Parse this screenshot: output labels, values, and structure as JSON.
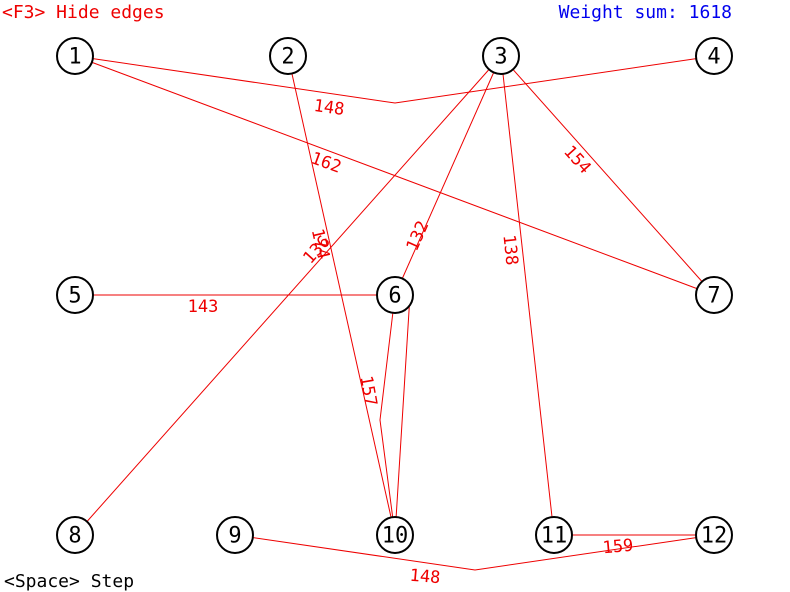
{
  "hud": {
    "hide_edges": "<F3> Hide edges",
    "weight_sum": "Weight sum: 1618",
    "step": "<Space> Step"
  },
  "colors": {
    "edge": "#ee0000",
    "hide_edges_text": "#ee0000",
    "weight_text": "#0000ee",
    "node_stroke": "#000000",
    "node_fill": "#ffffff"
  },
  "graph": {
    "nodes": [
      {
        "id": "1",
        "label": "1"
      },
      {
        "id": "2",
        "label": "2"
      },
      {
        "id": "3",
        "label": "3"
      },
      {
        "id": "4",
        "label": "4"
      },
      {
        "id": "5",
        "label": "5"
      },
      {
        "id": "6",
        "label": "6"
      },
      {
        "id": "7",
        "label": "7"
      },
      {
        "id": "8",
        "label": "8"
      },
      {
        "id": "9",
        "label": "9"
      },
      {
        "id": "10",
        "label": "10"
      },
      {
        "id": "11",
        "label": "11"
      },
      {
        "id": "12",
        "label": "12"
      }
    ],
    "edges": [
      {
        "id": "e-1-4",
        "from": "1",
        "to": "4",
        "weight": "148"
      },
      {
        "id": "e-1-7",
        "from": "1",
        "to": "7",
        "weight": "162"
      },
      {
        "id": "e-3-7",
        "from": "3",
        "to": "7",
        "weight": "154"
      },
      {
        "id": "e-3-6",
        "from": "3",
        "to": "6",
        "weight": "132"
      },
      {
        "id": "e-3-11",
        "from": "3",
        "to": "11",
        "weight": "138"
      },
      {
        "id": "e-3-8",
        "from": "3",
        "to": "8",
        "weight": "136"
      },
      {
        "id": "e-2-10",
        "from": "2",
        "to": "10",
        "weight": "174"
      },
      {
        "id": "e-5-6",
        "from": "5",
        "to": "6",
        "weight": "143"
      },
      {
        "id": "e-6-10",
        "from": "6",
        "to": "10",
        "weight": "157"
      },
      {
        "id": "e-9-12",
        "from": "9",
        "to": "12",
        "weight": "148"
      },
      {
        "id": "e-11-12",
        "from": "11",
        "to": "12",
        "weight": "159"
      }
    ]
  }
}
